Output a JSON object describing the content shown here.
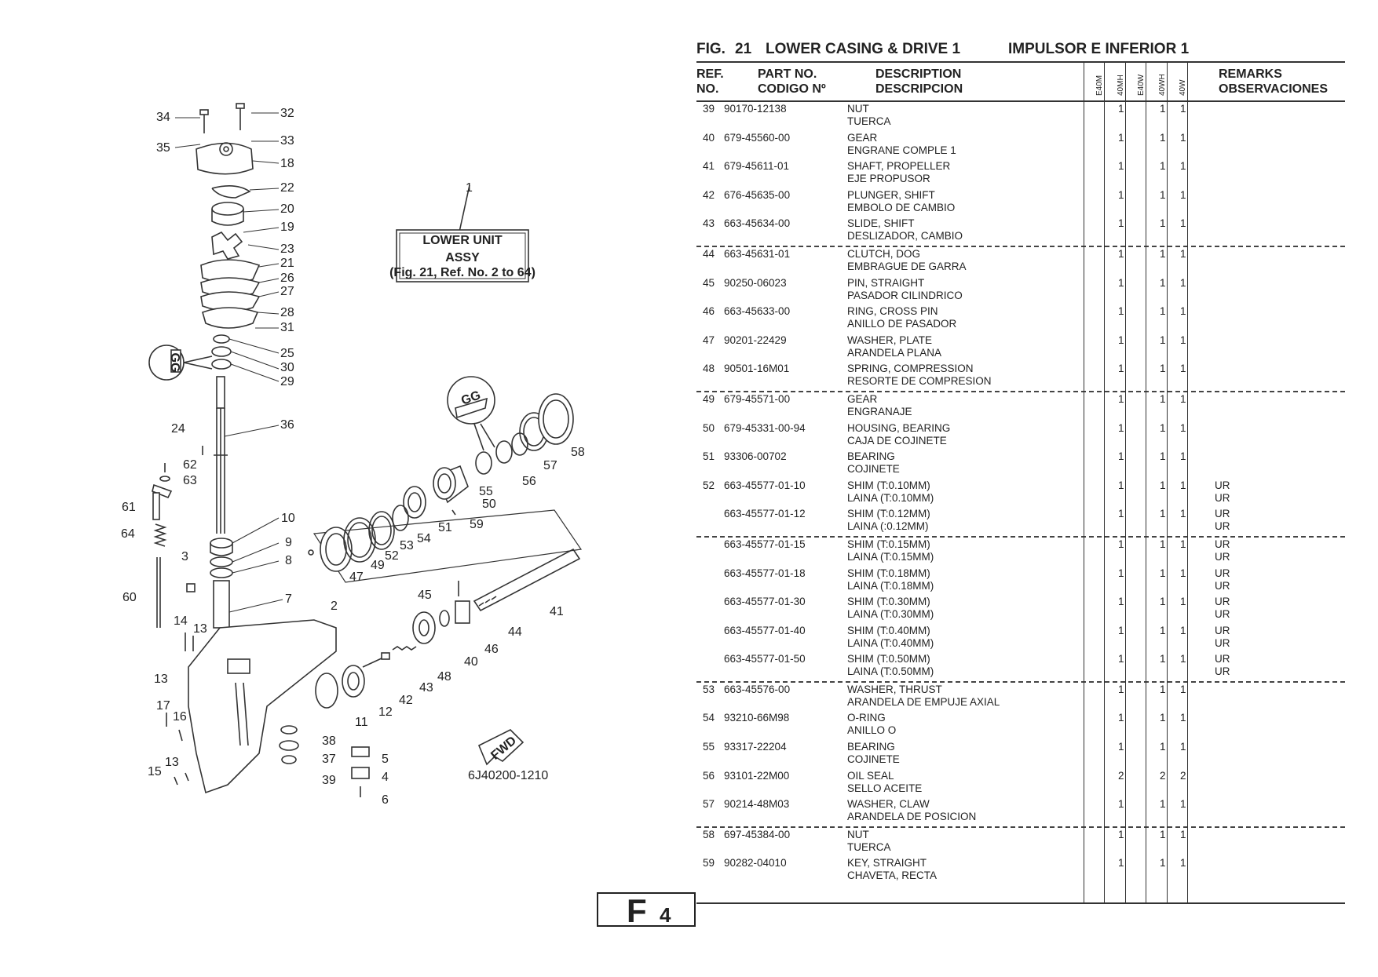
{
  "header": {
    "fig_label": "FIG.",
    "fig_number": "21",
    "title_en": "LOWER CASING & DRIVE 1",
    "title_es": "IMPULSOR E INFERIOR 1"
  },
  "columns": {
    "ref_line1": "REF.",
    "ref_line2": "NO.",
    "part_line1": "PART NO.",
    "part_line2": "CODIGO Nº",
    "desc_line1": "DESCRIPTION",
    "desc_line2": "DESCRIPCION",
    "models": [
      "E40M",
      "40MH",
      "E40W",
      "40WH",
      "40W"
    ],
    "remarks_line1": "REMARKS",
    "remarks_line2": "OBSERVACIONES"
  },
  "rows": [
    {
      "ref": "39",
      "part": "90170-12138",
      "desc_en": "NUT",
      "desc_es": "TUERCA",
      "q": [
        "",
        "1",
        "",
        "1",
        "1"
      ],
      "rem1": "",
      "rem2": "",
      "sep": false
    },
    {
      "ref": "40",
      "part": "679-45560-00",
      "desc_en": "GEAR",
      "desc_es": "ENGRANE COMPLE 1",
      "q": [
        "",
        "1",
        "",
        "1",
        "1"
      ],
      "rem1": "",
      "rem2": "",
      "sep": false
    },
    {
      "ref": "41",
      "part": "679-45611-01",
      "desc_en": "SHAFT, PROPELLER",
      "desc_es": "EJE PROPUSOR",
      "q": [
        "",
        "1",
        "",
        "1",
        "1"
      ],
      "rem1": "",
      "rem2": "",
      "sep": false
    },
    {
      "ref": "42",
      "part": "676-45635-00",
      "desc_en": "PLUNGER, SHIFT",
      "desc_es": "EMBOLO DE CAMBIO",
      "q": [
        "",
        "1",
        "",
        "1",
        "1"
      ],
      "rem1": "",
      "rem2": "",
      "sep": false
    },
    {
      "ref": "43",
      "part": "663-45634-00",
      "desc_en": "SLIDE, SHIFT",
      "desc_es": "DESLIZADOR, CAMBIO",
      "q": [
        "",
        "1",
        "",
        "1",
        "1"
      ],
      "rem1": "",
      "rem2": "",
      "sep": false
    },
    {
      "ref": "44",
      "part": "663-45631-01",
      "desc_en": "CLUTCH, DOG",
      "desc_es": "EMBRAGUE DE GARRA",
      "q": [
        "",
        "1",
        "",
        "1",
        "1"
      ],
      "rem1": "",
      "rem2": "",
      "sep": true
    },
    {
      "ref": "45",
      "part": "90250-06023",
      "desc_en": "PIN, STRAIGHT",
      "desc_es": "PASADOR CILINDRICO",
      "q": [
        "",
        "1",
        "",
        "1",
        "1"
      ],
      "rem1": "",
      "rem2": "",
      "sep": false
    },
    {
      "ref": "46",
      "part": "663-45633-00",
      "desc_en": "RING, CROSS PIN",
      "desc_es": "ANILLO DE PASADOR",
      "q": [
        "",
        "1",
        "",
        "1",
        "1"
      ],
      "rem1": "",
      "rem2": "",
      "sep": false
    },
    {
      "ref": "47",
      "part": "90201-22429",
      "desc_en": "WASHER, PLATE",
      "desc_es": "ARANDELA PLANA",
      "q": [
        "",
        "1",
        "",
        "1",
        "1"
      ],
      "rem1": "",
      "rem2": "",
      "sep": false
    },
    {
      "ref": "48",
      "part": "90501-16M01",
      "desc_en": "SPRING, COMPRESSION",
      "desc_es": "RESORTE  DE COMPRESION",
      "q": [
        "",
        "1",
        "",
        "1",
        "1"
      ],
      "rem1": "",
      "rem2": "",
      "sep": false
    },
    {
      "ref": "49",
      "part": "679-45571-00",
      "desc_en": "GEAR",
      "desc_es": "ENGRANAJE",
      "q": [
        "",
        "1",
        "",
        "1",
        "1"
      ],
      "rem1": "",
      "rem2": "",
      "sep": true
    },
    {
      "ref": "50",
      "part": "679-45331-00-94",
      "desc_en": "HOUSING, BEARING",
      "desc_es": "CAJA DE COJINETE",
      "q": [
        "",
        "1",
        "",
        "1",
        "1"
      ],
      "rem1": "",
      "rem2": "",
      "sep": false
    },
    {
      "ref": "51",
      "part": "93306-00702",
      "desc_en": "BEARING",
      "desc_es": "COJINETE",
      "q": [
        "",
        "1",
        "",
        "1",
        "1"
      ],
      "rem1": "",
      "rem2": "",
      "sep": false
    },
    {
      "ref": "52",
      "part": "663-45577-01-10",
      "desc_en": "SHIM (T:0.10MM)",
      "desc_es": "LAINA (T:0.10MM)",
      "q": [
        "",
        "1",
        "",
        "1",
        "1"
      ],
      "rem1": "UR",
      "rem2": "UR",
      "sep": false
    },
    {
      "ref": "",
      "part": "663-45577-01-12",
      "desc_en": "SHIM (T:0.12MM)",
      "desc_es": "LAINA (:0.12MM)",
      "q": [
        "",
        "1",
        "",
        "1",
        "1"
      ],
      "rem1": "UR",
      "rem2": "UR",
      "sep": false
    },
    {
      "ref": "",
      "part": "663-45577-01-15",
      "desc_en": "SHIM (T:0.15MM)",
      "desc_es": "LAINA (T:0.15MM)",
      "q": [
        "",
        "1",
        "",
        "1",
        "1"
      ],
      "rem1": "UR",
      "rem2": "UR",
      "sep": true
    },
    {
      "ref": "",
      "part": "663-45577-01-18",
      "desc_en": "SHIM (T:0.18MM)",
      "desc_es": "LAINA (T:0.18MM)",
      "q": [
        "",
        "1",
        "",
        "1",
        "1"
      ],
      "rem1": "UR",
      "rem2": "UR",
      "sep": false
    },
    {
      "ref": "",
      "part": "663-45577-01-30",
      "desc_en": "SHIM (T:0.30MM)",
      "desc_es": "LAINA (T:0.30MM)",
      "q": [
        "",
        "1",
        "",
        "1",
        "1"
      ],
      "rem1": "UR",
      "rem2": "UR",
      "sep": false
    },
    {
      "ref": "",
      "part": "663-45577-01-40",
      "desc_en": "SHIM (T:0.40MM)",
      "desc_es": "LAINA (T:0.40MM)",
      "q": [
        "",
        "1",
        "",
        "1",
        "1"
      ],
      "rem1": "UR",
      "rem2": "UR",
      "sep": false
    },
    {
      "ref": "",
      "part": "663-45577-01-50",
      "desc_en": "SHIM (T:0.50MM)",
      "desc_es": "LAINA (T:0.50MM)",
      "q": [
        "",
        "1",
        "",
        "1",
        "1"
      ],
      "rem1": "UR",
      "rem2": "UR",
      "sep": false
    },
    {
      "ref": "53",
      "part": "663-45576-00",
      "desc_en": "WASHER, THRUST",
      "desc_es": "ARANDELA DE EMPUJE AXIAL",
      "q": [
        "",
        "1",
        "",
        "1",
        "1"
      ],
      "rem1": "",
      "rem2": "",
      "sep": true
    },
    {
      "ref": "54",
      "part": "93210-66M98",
      "desc_en": "O-RING",
      "desc_es": "ANILLO O",
      "q": [
        "",
        "1",
        "",
        "1",
        "1"
      ],
      "rem1": "",
      "rem2": "",
      "sep": false
    },
    {
      "ref": "55",
      "part": "93317-22204",
      "desc_en": "BEARING",
      "desc_es": "COJINETE",
      "q": [
        "",
        "1",
        "",
        "1",
        "1"
      ],
      "rem1": "",
      "rem2": "",
      "sep": false
    },
    {
      "ref": "56",
      "part": "93101-22M00",
      "desc_en": "OIL SEAL",
      "desc_es": "SELLO ACEITE",
      "q": [
        "",
        "2",
        "",
        "2",
        "2"
      ],
      "rem1": "",
      "rem2": "",
      "sep": false
    },
    {
      "ref": "57",
      "part": "90214-48M03",
      "desc_en": "WASHER, CLAW",
      "desc_es": "ARANDELA  DE POSICION",
      "q": [
        "",
        "1",
        "",
        "1",
        "1"
      ],
      "rem1": "",
      "rem2": "",
      "sep": false
    },
    {
      "ref": "58",
      "part": "697-45384-00",
      "desc_en": "NUT",
      "desc_es": "TUERCA",
      "q": [
        "",
        "1",
        "",
        "1",
        "1"
      ],
      "rem1": "",
      "rem2": "",
      "sep": true
    },
    {
      "ref": "59",
      "part": "90282-04010",
      "desc_en": "KEY, STRAIGHT",
      "desc_es": "CHAVETA, RECTA",
      "q": [
        "",
        "1",
        "",
        "1",
        "1"
      ],
      "rem1": "",
      "rem2": "",
      "sep": false
    }
  ],
  "diagram": {
    "box_line1": "LOWER  UNIT",
    "box_line2": "ASSY",
    "box_line3": "(Fig. 21, Ref. No. 2 to 64)",
    "fwd_label": "FWD",
    "drawing_code": "6J40200-1210",
    "gg_label": "GG",
    "callouts": [
      "1",
      "2",
      "3",
      "4",
      "5",
      "6",
      "7",
      "8",
      "9",
      "10",
      "11",
      "12",
      "13",
      "13",
      "13",
      "14",
      "15",
      "16",
      "17",
      "18",
      "19",
      "20",
      "21",
      "22",
      "23",
      "24",
      "25",
      "26",
      "27",
      "28",
      "29",
      "30",
      "31",
      "32",
      "33",
      "34",
      "35",
      "36",
      "37",
      "38",
      "39",
      "40",
      "41",
      "42",
      "43",
      "44",
      "45",
      "46",
      "47",
      "48",
      "49",
      "50",
      "51",
      "52",
      "53",
      "54",
      "55",
      "56",
      "57",
      "58",
      "59",
      "60",
      "61",
      "62",
      "63",
      "64"
    ]
  },
  "page": {
    "letter": "F",
    "number": "4"
  }
}
